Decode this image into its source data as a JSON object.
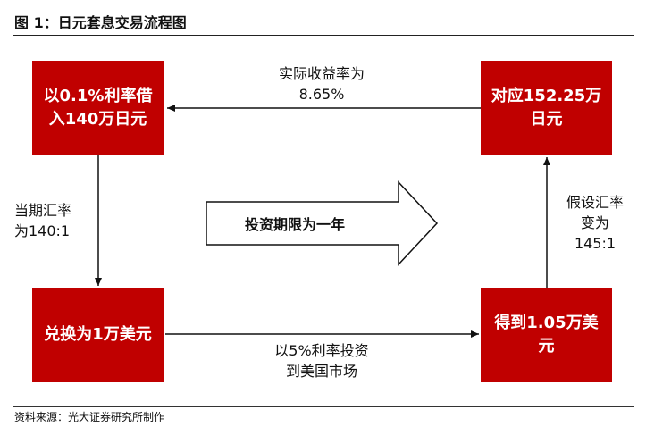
{
  "header": {
    "title": "图 1：日元套息交易流程图"
  },
  "boxes": {
    "borrow": "以0.1%利率借\n入140万日元",
    "equivalent": "对应152.25万\n日元",
    "exchange": "兑换为1万美元",
    "obtain": "得到1.05万美\n元"
  },
  "labels": {
    "real_yield": "实际收益率为\n8.65%",
    "current_rate": "当期汇率\n为140:1",
    "assumed_rate": "假设汇率\n变为\n145:1",
    "invest": "以5%利率投资\n到美国市场",
    "period": "投资期限为一年"
  },
  "footer": {
    "source": "资料来源：光大证券研究所制作"
  },
  "colors": {
    "box": "#c00000",
    "arrow": "#111111"
  }
}
